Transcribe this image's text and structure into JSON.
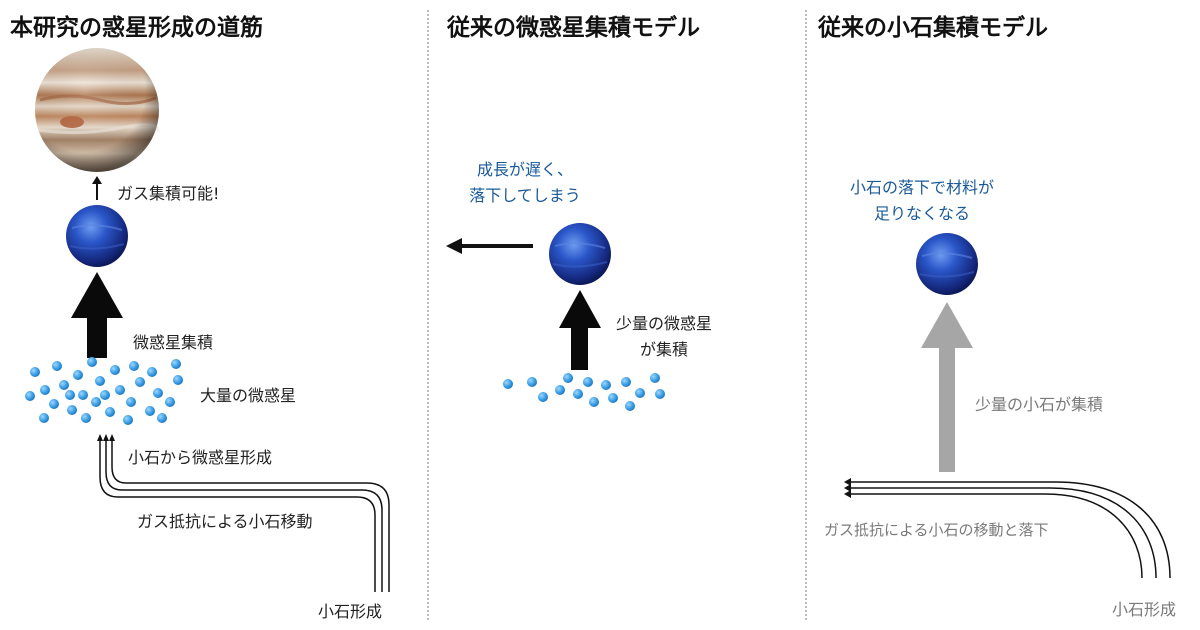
{
  "panels": {
    "left": {
      "title": "本研究の惑星形成の道筋",
      "gas_label": "ガス集積可能!",
      "accretion_label": "微惑星集積",
      "many_label": "大量の微惑星",
      "formation_label": "小石から微惑星形成",
      "drift_label": "ガス抵抗による小石移動",
      "pebble_label": "小石形成"
    },
    "middle": {
      "title": "従来の微惑星集積モデル",
      "note_line1": "成長が遅く、",
      "note_line2": "落下してしまう",
      "few_line1": "少量の微惑星",
      "few_line2": "が集積"
    },
    "right": {
      "title": "従来の小石集積モデル",
      "note_line1": "小石の落下で材料が",
      "note_line2": "足りなくなる",
      "few_label": "少量の小石が集積",
      "drift_label": "ガス抵抗による小石の移動と落下",
      "pebble_label": "小石形成"
    }
  },
  "colors": {
    "note_text": "#1a5a9a",
    "dot": "#3aa0e6",
    "gray_arrow": "#a6a6a6",
    "planet": "#1e48b8"
  },
  "icons": [
    "jupiter-icon",
    "neptune-icon",
    "up-arrow-icon",
    "left-arrow-icon",
    "drift-arrows-icon"
  ]
}
